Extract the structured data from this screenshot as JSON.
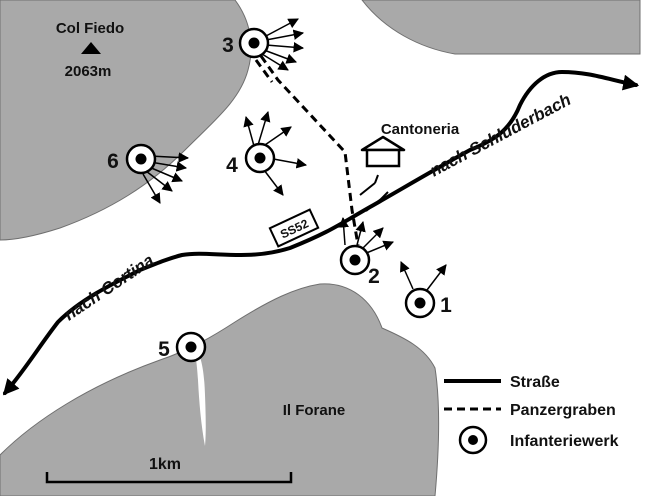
{
  "colors": {
    "terrain": "#a9a9a9",
    "terrain_edge": "#6f6f6f",
    "road": "#000000",
    "background": "#ffffff"
  },
  "peak": {
    "name": "Col Fiedo",
    "elevation": "2063m",
    "icon": "triangle-peak-icon"
  },
  "places": {
    "cantoneria": "Cantoneria",
    "forane": "Il Forane",
    "road_sign": "SS52",
    "to_cortina": "nach Cortina",
    "to_schluderbach": "nach Schluderbach"
  },
  "works": [
    {
      "number": "1"
    },
    {
      "number": "2"
    },
    {
      "number": "3"
    },
    {
      "number": "4"
    },
    {
      "number": "5"
    },
    {
      "number": "6"
    }
  ],
  "legend": {
    "road": "Straße",
    "trench": "Panzergraben",
    "work": "Infanteriewerk"
  },
  "scale": {
    "label": "1km"
  }
}
